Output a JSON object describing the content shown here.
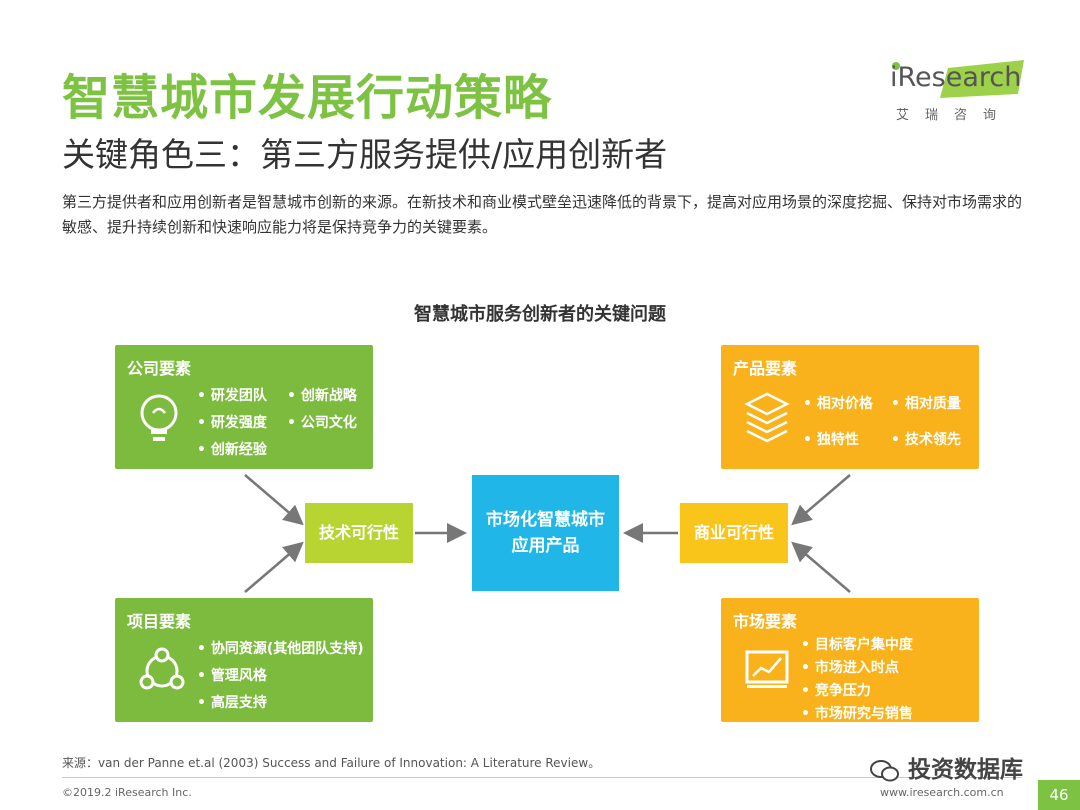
{
  "header": {
    "title": "智慧城市发展行动策略",
    "subtitle": "关键角色三：第三方服务提供/应用创新者",
    "intro": "第三方提供者和应用创新者是智慧城市创新的来源。在新技术和商业模式壁垒迅速降低的背景下，提高对应用场景的深度挖掘、保持对市场需求的敏感、提升持续创新和快速响应能力将是保持竞争力的关键要素。"
  },
  "logo": {
    "brand": "iResearch",
    "sub": "艾瑞咨询"
  },
  "diagram": {
    "title": "智慧城市服务创新者的关键问题",
    "company": {
      "heading": "公司要素",
      "items": [
        "研发团队",
        "创新战略",
        "研发强度",
        "公司文化",
        "创新经验"
      ]
    },
    "project": {
      "heading": "项目要素",
      "items": [
        "协同资源(其他团队支持)",
        "管理风格",
        "高层支持"
      ]
    },
    "product": {
      "heading": "产品要素",
      "items": [
        "相对价格",
        "相对质量",
        "独特性",
        "技术领先"
      ]
    },
    "market": {
      "heading": "市场要素",
      "items": [
        "目标客户集中度",
        "市场进入时点",
        "竞争压力",
        "市场研究与销售"
      ]
    },
    "tech_feasibility": "技术可行性",
    "biz_feasibility": "商业可行性",
    "center_line1": "市场化智慧城市",
    "center_line2": "应用产品"
  },
  "footer": {
    "source": "来源：van der Panne et.al (2003) Success and Failure of Innovation: A Literature Review。",
    "copyright": "©2019.2 iResearch Inc.",
    "website": "www.iresearch.com.cn",
    "page": "46",
    "watermark": "投资数据库"
  },
  "colors": {
    "title_green": "#7dc242",
    "box_green": "#7dbb3f",
    "box_orange": "#f9b21b",
    "center_blue": "#21b6e8"
  },
  "icons": [
    "lightbulb-icon",
    "network-icon",
    "layers-icon",
    "chart-icon",
    "wechat-icon"
  ]
}
